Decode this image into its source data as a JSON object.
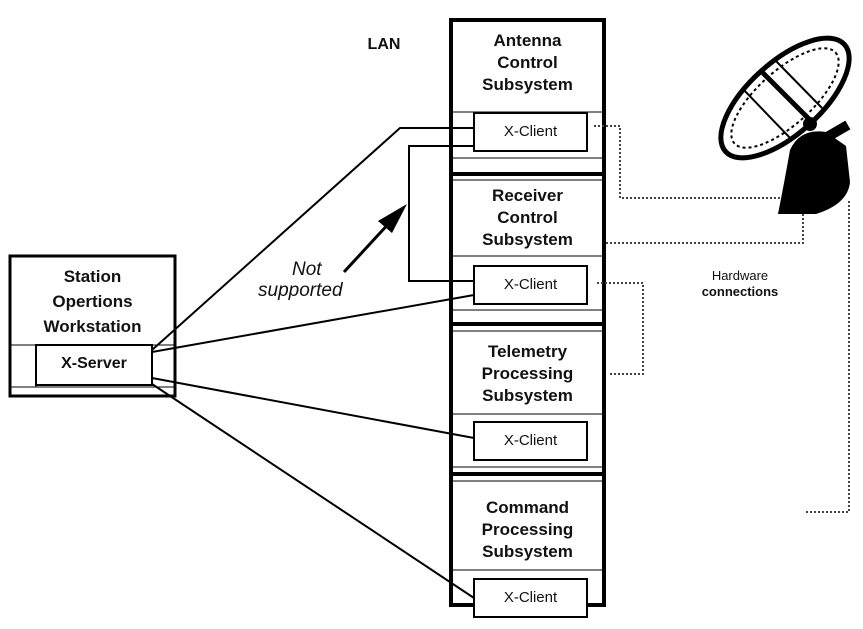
{
  "lan_label": "LAN",
  "workstation": {
    "title_lines": [
      "Station",
      "Opertions",
      "Workstation"
    ],
    "server_label": "X-Server"
  },
  "subsystems": [
    {
      "title_lines": [
        "Antenna",
        "Control",
        "Subsystem"
      ],
      "client_label": "X-Client"
    },
    {
      "title_lines": [
        "Receiver",
        "Control",
        "Subsystem"
      ],
      "client_label": "X-Client"
    },
    {
      "title_lines": [
        "Telemetry",
        "Processing",
        "Subsystem"
      ],
      "client_label": "X-Client"
    },
    {
      "title_lines": [
        "Command",
        "Processing",
        "Subsystem"
      ],
      "client_label": "X-Client"
    }
  ],
  "not_supported_lines": [
    "Not",
    "supported"
  ],
  "hardware_label_lines": [
    "Hardware",
    "connections"
  ],
  "antenna_icon": "satellite-dish-icon"
}
